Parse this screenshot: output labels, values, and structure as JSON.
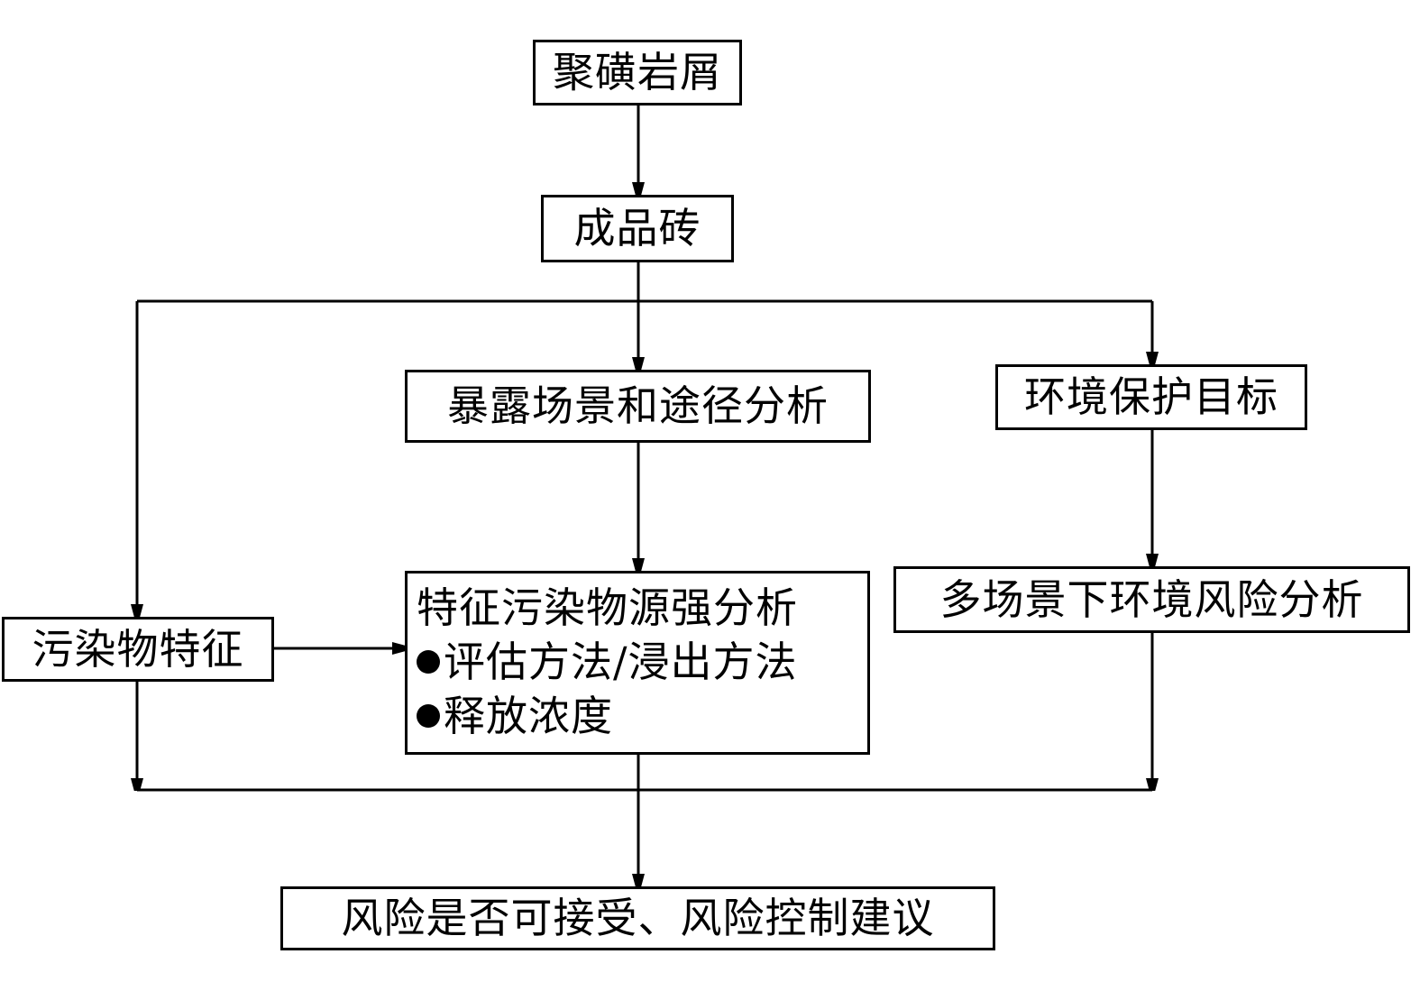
{
  "nodes": {
    "raw_material": "聚磺岩屑",
    "product": "成品砖",
    "exposure": "暴露场景和途径分析",
    "protection": "环境保护目标",
    "pollutant": "污染物特征",
    "source": {
      "title": "特征污染物源强分析",
      "items": [
        "评估方法/浸出方法",
        "释放浓度"
      ]
    },
    "multi_risk": "多场景下环境风险分析",
    "conclusion": "风险是否可接受、风险控制建议"
  }
}
